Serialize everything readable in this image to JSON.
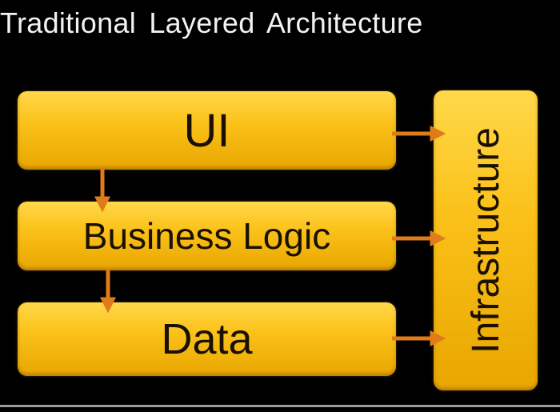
{
  "title": "Traditional Layered Architecture",
  "layers": {
    "ui": "UI",
    "business_logic": "Business Logic",
    "data": "Data"
  },
  "infrastructure": "Infrastructure",
  "colors": {
    "box": "#fbc21a",
    "arrow": "#e07b1a",
    "background": "#000000",
    "title": "#f2f2f2"
  }
}
